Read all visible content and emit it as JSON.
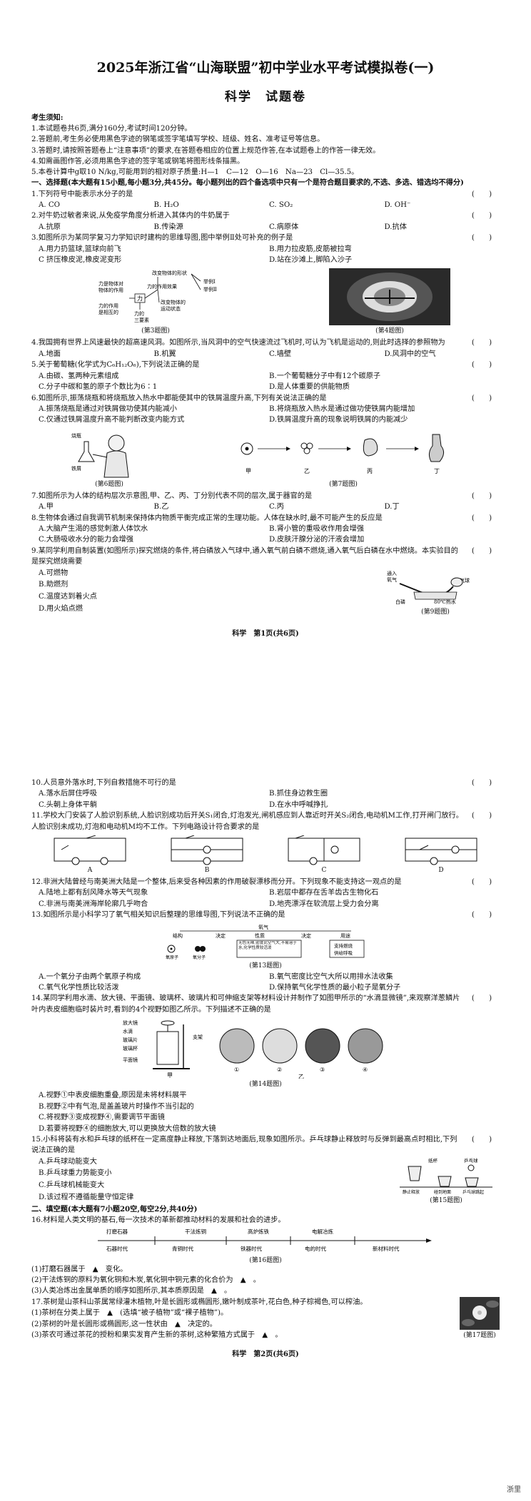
{
  "header": {
    "title": "2025年浙江省“山海联盟”初中学业水平考试模拟卷(一)",
    "subtitle": "科学　试题卷"
  },
  "notice": {
    "heading": "考生须知:",
    "lines": [
      "1.本试题卷共6页,满分160分,考试时间120分钟。",
      "2.答题前,考生务必使用黑色字迹的钢笔或签字笔填写学校、班级、姓名、准考证号等信息。",
      "3.答题时,请按照答题卷上“注意事项”的要求,在答题卷相应的位置上规范作答,在本试题卷上的作答一律无效。",
      "4.如需画图作答,必须用黑色字迹的签字笔或钢笔将图形线条描黑。",
      "5.本卷计算中g取10 N/kg,可能用到的相对原子质量:H—1　C—12　O—16　Na—23　Cl—35.5。"
    ]
  },
  "section1": {
    "heading": "一、选择题(本大题有15小题,每小题3分,共45分。每小题列出的四个备选项中只有一个是符合题目要求的,不选、多选、错选均不得分)"
  },
  "paren": "(　　)",
  "q1": {
    "stem": "1.下列符号中能表示水分子的是",
    "opts": [
      "A. CO",
      "B. H₂O",
      "C. SO₂",
      "D. OH⁻"
    ]
  },
  "q2": {
    "stem": "2.对牛奶过敏者来说,从免疫学角度分析进入其体内的牛奶属于",
    "opts": [
      "A.抗原",
      "B.传染源",
      "C.病原体",
      "D.抗体"
    ]
  },
  "q3": {
    "stem": "3.如图所示为某同学复习力学知识时建构的思维导图,图中举例Ⅱ处可补充的例子是",
    "opts": [
      "A.用力扔篮球,篮球向前飞",
      "B.用力拉皮筋,皮筋被拉弯",
      "C 挤压橡皮泥,橡皮泥变形",
      "D.站在沙滩上,脚陷入沙子"
    ]
  },
  "fig3": {
    "labels": [
      "改变物体的形状",
      "力是物体对",
      "物体的作用",
      "力的作用效果",
      "力的作用",
      "是相互的",
      "力的",
      "三要素",
      "改变物体的",
      "运动状态",
      "举例Ⅰ",
      "举例Ⅱ",
      "力"
    ],
    "cap": "(第3题图)"
  },
  "fig4": {
    "cap": "(第4题图)"
  },
  "q4": {
    "stem": "4.我国拥有世界上风速最快的超高速风洞。如图所示,当风洞中的空气快速流过飞机时,可认为飞机是运动的,则此时选择的参照物为",
    "opts": [
      "A.地面",
      "B.机翼",
      "C.墙壁",
      "D.风洞中的空气"
    ]
  },
  "q5": {
    "stem": "5.关于葡萄糖(化学式为C₆H₁₂O₆),下列说法正确的是",
    "opts": [
      "A.由碳、氢两种元素组成",
      "B.一个葡萄糖分子中有12个碳原子",
      "C.分子中碳和氢的原子个数比为6∶1",
      "D.是人体重要的供能物质"
    ]
  },
  "q6": {
    "stem": "6.如图所示,振荡烧瓶和将烧瓶放入热水中都能使其中的铁屑温度升高,下列有关说法正确的是",
    "opts": [
      "A.振荡烧瓶是通过对铁屑做功使其内能减小",
      "B.将烧瓶放入热水是通过做功使铁屑内能增加",
      "C.仅通过铁屑温度升高不能判断改变内能方式",
      "D.铁屑温度升高的现象说明铁屑的内能减少"
    ]
  },
  "fig6": {
    "labels": [
      "烧瓶",
      "铁屑"
    ],
    "cap": "(第6题图)"
  },
  "fig7": {
    "labels": [
      "甲",
      "乙",
      "丙",
      "丁"
    ],
    "cap": "(第7题图)"
  },
  "q7": {
    "stem": "7.如图所示为人体的结构层次示意图,甲、乙、丙、丁分别代表不同的层次,属于器官的是",
    "opts": [
      "A.甲",
      "B.乙",
      "C.丙",
      "D.丁"
    ]
  },
  "q8": {
    "stem": "8.生物体会通过自我调节机制来保持体内物质平衡完成正常的生理功能。人体在缺水时,最不可能产生的反应是",
    "opts": [
      "A.大脑产生渴的感觉刺激人体饮水",
      "B.肾小管的重吸收作用会增强",
      "C.大肠吸收水分的能力会增强",
      "D.皮肤汗腺分泌的汗液会增加"
    ]
  },
  "q9": {
    "stem": "9.某同学利用自制装置(如图所示)探究燃烧的条件,将白磷放入气球中,通入氧气前白磷不燃烧,通入氧气后白磷在水中燃烧。本实验目的是探究燃烧需要",
    "opts": [
      "A.可燃物",
      "B.助燃剂",
      "C.温度达到着火点",
      "D.用火焰点燃"
    ]
  },
  "fig9": {
    "labels": [
      "通入",
      "氧气",
      "气球",
      "白磷",
      "80℃热水"
    ],
    "cap": "(第9题图)"
  },
  "footer1": "科学　第1页(共6页)",
  "q10": {
    "stem": "10.人员意外落水时,下列自救措施不可行的是",
    "opts": [
      "A.落水后屏住呼吸",
      "B.抓住身边救生圈",
      "C.头朝上身体平躺",
      "D.在水中呼喊挣扎"
    ]
  },
  "q11": {
    "stem": "11.学校大门安装了人脸识别系统,人脸识别成功后开关S₁闭合,灯泡发光,闸机感应到人靠近时开关S₂闭合,电动机M工作,打开闸门放行。人脸识别未成功,灯泡和电动机M均不工作。下列电路设计符合要求的是",
    "opts": [
      "A",
      "B",
      "C",
      "D"
    ]
  },
  "q12": {
    "stem": "12.非洲大陆曾经与南美洲大陆是一个整体,后来受各种因素的作用破裂漂移而分开。下列现象不能支持这一观点的是",
    "opts": [
      "A.陆地上都有刮风降水等天气现象",
      "B.岩层中都存在舌羊齿古生物化石",
      "C.非洲与南美洲海岸轮廓几乎吻合",
      "D.地壳漂浮在软流层上受力会分离"
    ]
  },
  "q13": {
    "stem": "13.如图所示是小科学习了氧气相关知识后整理的思维导图,下列说法不正确的是",
    "opts": [
      "A.一个氧分子由两个氧原子构成",
      "B.氧气密度比空气大所以用排水法收集",
      "C.氧气化学性质比较活泼",
      "D.保持氧气化学性质的最小粒子是氧分子"
    ]
  },
  "fig13": {
    "labels": [
      "氧气",
      "结构",
      "决定",
      "性质",
      "决定",
      "用途",
      "无色无味,密度比空气大,不易溶于水,化学性质较活泼",
      "支持燃烧",
      "供给呼吸",
      "氧原子",
      "氧分子"
    ],
    "cap": "(第13题图)"
  },
  "q14": {
    "stem": "14.某同学利用水滴、放大镜、平面镜、玻璃杯、玻璃片和可伸缩支架等材料设计并制作了如图甲所示的“水滴显微镜”,来观察洋葱鳞片叶内表皮细胞临时装片时,看到的4个视野如图乙所示。下列描述不正确的是",
    "opts": [
      "A.视野①中表皮细胞重叠,原因是未将材料展平",
      "B.视野②中有气泡,是盖盖玻片时操作不当引起的",
      "C.将视野③变成视野④,需要调节平面镜",
      "D.若要将视野④的细胞放大,可以更换放大倍数的放大镜"
    ]
  },
  "fig14": {
    "labels": [
      "放大镜",
      "水滴",
      "玻璃片",
      "玻璃杯",
      "平面镜",
      "支架",
      "甲",
      "乙",
      "①",
      "②",
      "③",
      "④"
    ],
    "cap": "(第14题图)"
  },
  "q15": {
    "stem": "15.小科将装有水和乒乓球的纸杯在一定高度静止释放,下落到达地面后,现象如图所示。乒乓球静止释放时与反弹到最高点时相比,下列说法正确的是",
    "opts": [
      "A.乒乓球动能变大",
      "B.乒乓球重力势能变小",
      "C.乒乓球机械能变大",
      "D.该过程不遵循能量守恒定律"
    ]
  },
  "fig15": {
    "labels": [
      "纸杯",
      "乒乓球",
      "静止释放",
      "碰到地面",
      "乒乓球跳起"
    ],
    "cap": "(第15题图)"
  },
  "section2": {
    "heading": "二、填空题(本大题有7小题20空,每空2分,共40分)"
  },
  "q16": {
    "stem": "16.材料是人类文明的基石,每一次技术的革新都推动材料的发展和社会的进步。",
    "timeline_top": [
      "打磨石器",
      "干法炼铜",
      "高炉炼铁",
      "电解冶炼"
    ],
    "timeline_bottom": [
      "石器时代",
      "青铜时代",
      "铁器时代",
      "电的时代",
      "新材料时代"
    ],
    "cap": "(第16题图)",
    "subs": [
      "(1)打磨石器属于",
      "变化。",
      "(2)干法炼铜的原料为氧化铜和木炭,氧化铜中铜元素的化合价为",
      "。",
      "(3)人类冶炼出金属单质的顺序如图所示,其本质原因是",
      "。"
    ]
  },
  "q17": {
    "stem": "17.茶树是山茶科山茶属常绿灌木植物,叶是长圆形或椭圆形,嫩叶制成茶叶,花白色,种子棕褐色,可以榨油。",
    "subs": [
      "(1)茶树在分类上属于",
      "(选填“被子植物”或“裸子植物”)。",
      "(2)茶树的叶是长圆形或椭圆形,这一性状由",
      "决定的。",
      "(3)茶农可通过茶花的授粉和果实发育产生新的茶树,这种繁殖方式属于",
      "。"
    ],
    "cap": "(第17题图)"
  },
  "blank": "▲",
  "footer2": "科学　第2页(共6页)",
  "corner": "浙里"
}
